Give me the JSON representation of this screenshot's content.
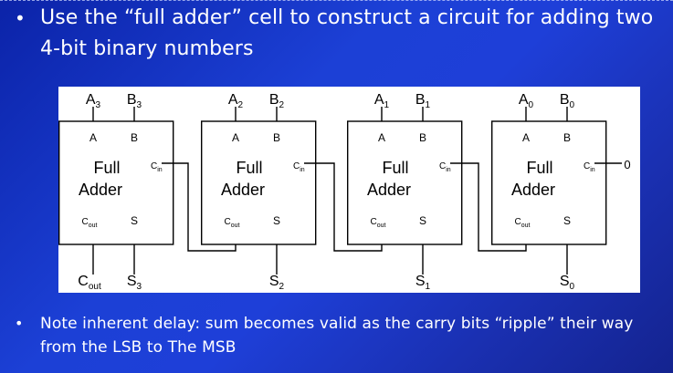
{
  "bullets": {
    "symbol": "•",
    "b1": "Use the “full adder” cell to construct a circuit for adding two 4-bit binary numbers",
    "b2": "Note inherent delay:  sum becomes valid as the carry bits “ripple” their way from the LSB to The MSB"
  },
  "cell": {
    "name_line1": "Full",
    "name_line2": "Adder",
    "port_a": "A",
    "port_b": "B",
    "port_cin": "C",
    "port_cin_sub": "in",
    "port_cout": "C",
    "port_cout_sub": "out",
    "port_s": "S"
  },
  "carry_in_value": "0",
  "cells": [
    {
      "a": "A",
      "a_sub": "3",
      "b": "B",
      "b_sub": "3",
      "s": "S",
      "s_sub": "3",
      "cout": "C",
      "cout_sub": "out"
    },
    {
      "a": "A",
      "a_sub": "2",
      "b": "B",
      "b_sub": "2",
      "s": "S",
      "s_sub": "2"
    },
    {
      "a": "A",
      "a_sub": "1",
      "b": "B",
      "b_sub": "1",
      "s": "S",
      "s_sub": "1"
    },
    {
      "a": "A",
      "a_sub": "0",
      "b": "B",
      "b_sub": "0",
      "s": "S",
      "s_sub": "0"
    }
  ],
  "colors": {
    "background_start": "#0b23a8",
    "background_end": "#14238f",
    "text": "#ffffff",
    "panel": "#ffffff",
    "ink": "#000000"
  }
}
